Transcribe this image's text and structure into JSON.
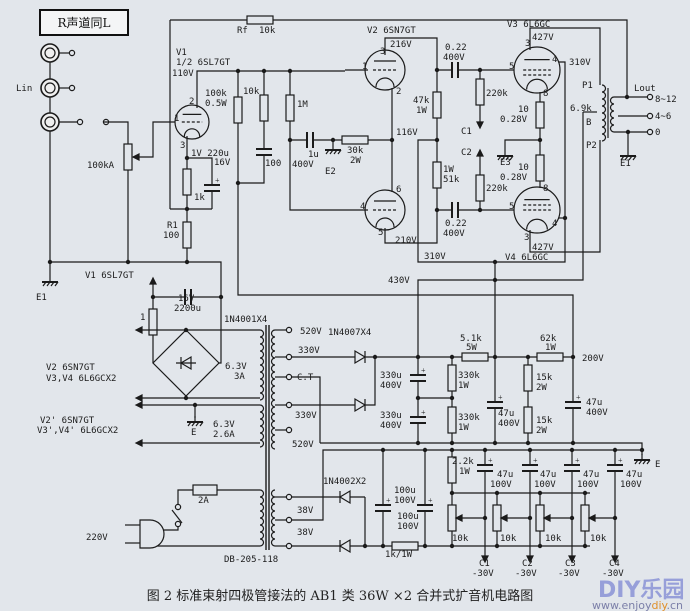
{
  "title_box": "R声道同L",
  "caption": "图 2 标准束射四极管接法的 AB1 类 36W ×2 合并式扩音机电路图",
  "watermark": {
    "logo": "DIY乐园",
    "url_pre": "www.enjoy",
    "url_mid": "diy",
    "url_post": ".cn"
  },
  "colors": {
    "background": "#e2e6eb",
    "ink": "#1b1b1b",
    "watermark": "#8a93d6"
  },
  "labels": {
    "lin": "Lin",
    "e1_left": "E1",
    "pot_100ka": "100kA",
    "rf": "Rf",
    "rf_val": "10k",
    "v1": "V1",
    "v1_type": "1/2 6SL7GT",
    "v1_110v": "110V",
    "r100k": "100k",
    "r100k_w": "0.5W",
    "r10k": "10k",
    "r1m": "1M",
    "cath_1v_220u": "1V 220u",
    "cath_16v": "16V",
    "r1k": "1k",
    "c100": "100",
    "c1u": "1u",
    "c1u_v": "400V",
    "e2": "E2",
    "r1": "R1",
    "r1_val": "100",
    "pin1": "1",
    "pin2": "2",
    "pin3": "3",
    "v2": "V2 6SN7GT",
    "v2_216v": "216V",
    "c022a": "0.22",
    "c022a_v": "400V",
    "r47k": "47k",
    "r47k_w": "1W",
    "r220k_a": "220k",
    "c1_arrow": "C1",
    "v116": "116V",
    "r30k": "30k",
    "r30k_w": "2W",
    "c2_arrow": "C2",
    "r51k_w": "1W",
    "r51k": "51k",
    "r220k_b": "220k",
    "e3": "E3",
    "r10a": "10",
    "r10a_v": "0.28V",
    "r10b": "10",
    "r10b_v": "0.28V",
    "c022b": "0.22",
    "c022b_v": "400V",
    "v210": "210V",
    "v310a": "310V",
    "v2_p3": "3",
    "v2_p2": "2",
    "v2_p1": "1",
    "v2_p6": "6",
    "v2_p4": "4",
    "v2_p5": "5",
    "v3": "V3 6L6GC",
    "v3_427": "427V",
    "v3_310": "310V",
    "v3_p3": "3",
    "v3_p4": "4",
    "v3_p5": "5",
    "v3_p8": "8",
    "v4_p8": "8",
    "v4_p5": "5",
    "v4_p4": "4",
    "v4_p3": "3",
    "p1": "P1",
    "z69k": "6.9k",
    "b": "B",
    "p2": "P2",
    "lout": "Lout",
    "t812": "8~12",
    "t46": "4~6",
    "t0": "0",
    "e1_right": "E1",
    "v4_427": "427V",
    "v4": "V4 6L6GC",
    "v430": "430V",
    "v1_heater": "V1 6SL7GT",
    "r1ohm": "1",
    "c2200_v": "16V",
    "c2200": "2200u",
    "bridge": "1N4001X4",
    "h1_v": "6.3V",
    "h1_a": "3A",
    "h2_v": "6.3V",
    "h2_a": "2.6A",
    "e_heater": "E",
    "heat1_a": "V2 6SN7GT",
    "heat1_b": "V3,V4 6L6GCX2",
    "heat2_a": "V2' 6SN7GT",
    "heat2_b": "V3',V4' 6L6GCX2",
    "fuse": "2A",
    "mains": "220V",
    "xfmr": "DB-205-118",
    "t520a": "520V",
    "t330a": "330V",
    "tct": "C.T",
    "t330b": "330V",
    "t520b": "520V",
    "t38a": "38V",
    "t38b": "38V",
    "d4007": "1N4007X4",
    "d4002": "1N4002X2",
    "r51k5": "5.1k",
    "r51k5_w": "5W",
    "r62k": "62k",
    "r62k_w": "1W",
    "v200": "200V",
    "c330a": "330u",
    "c330a_v": "400V",
    "c330b": "330u",
    "c330b_v": "400V",
    "r330ka": "330k",
    "r330ka_w": "1W",
    "r330kb": "330k",
    "r330kb_w": "1W",
    "c47a": "47u",
    "c47a_v": "400V",
    "r15ka": "15k",
    "r15ka_w": "2W",
    "r15kb": "15k",
    "r15kb_w": "2W",
    "c47b": "47u",
    "c47b_v": "400V",
    "e_rail": "E",
    "r22k": "2.2k",
    "r22k_w": "1W",
    "c47c": "47u",
    "c47c_v": "100V",
    "c47d": "47u",
    "c47d_v": "100V",
    "c47e": "47u",
    "c47e_v": "100V",
    "c47f": "47u",
    "c47f_v": "100V",
    "c100a": "100u",
    "c100a_v": "100V",
    "c100b": "100u",
    "c100b_v": "100V",
    "pot1": "10k",
    "pot2": "10k",
    "pot3": "10k",
    "pot4": "10k",
    "r1k1w": "1k/1W",
    "bias1": "C1",
    "bias1_v": "-30V",
    "bias2": "C2",
    "bias2_v": "-30V",
    "bias3": "C3",
    "bias3_v": "-30V",
    "bias4": "C4",
    "bias4_v": "-30V"
  }
}
